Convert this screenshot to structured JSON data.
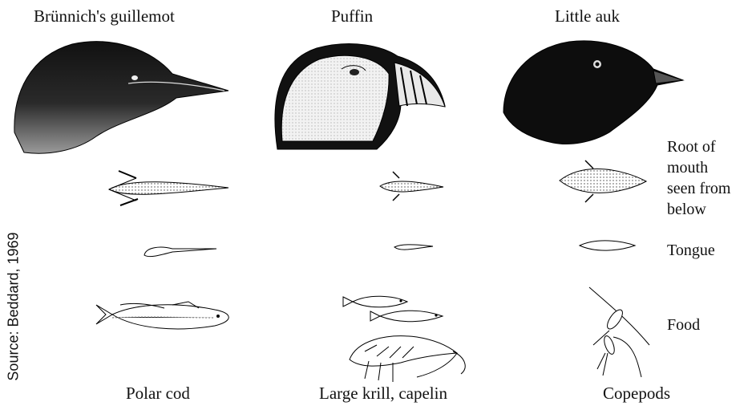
{
  "species": [
    {
      "name": "Brünnich's guillemot",
      "food": "Polar cod"
    },
    {
      "name": "Puffin",
      "food": "Large krill, capelin"
    },
    {
      "name": "Little auk",
      "food": "Copepods"
    }
  ],
  "row_labels": {
    "mouth": [
      "Root of",
      "mouth",
      "seen from",
      "below"
    ],
    "tongue": "Tongue",
    "food": "Food"
  },
  "source": "Source: Beddard, 1969"
}
